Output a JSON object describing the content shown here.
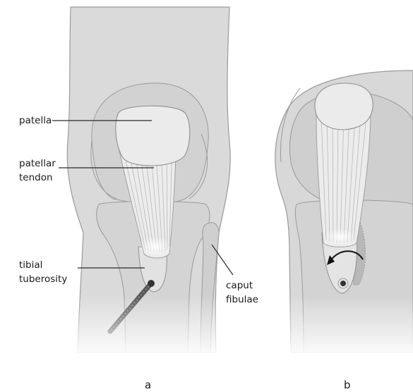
{
  "labels": {
    "patella": "patella",
    "patellar_tendon_line1": "patellar",
    "patellar_tendon_line2": "tendon",
    "tibial_tuberosity_line1": "tibial",
    "tibial_tuberosity_line2": "tuberosity",
    "caput_fibulae_line1": "caput",
    "caput_fibulae_line2": "fibulae"
  },
  "panels": {
    "a": "a",
    "b": "b"
  },
  "colors": {
    "leg_fill": "#d9d9d9",
    "bone_fill": "#cfcfcf",
    "outline": "#8a8a8a",
    "patella_fill": "#e6e6e6",
    "tendon_fill": "#ececec",
    "screw": "#555555",
    "arrow": "#111111"
  }
}
